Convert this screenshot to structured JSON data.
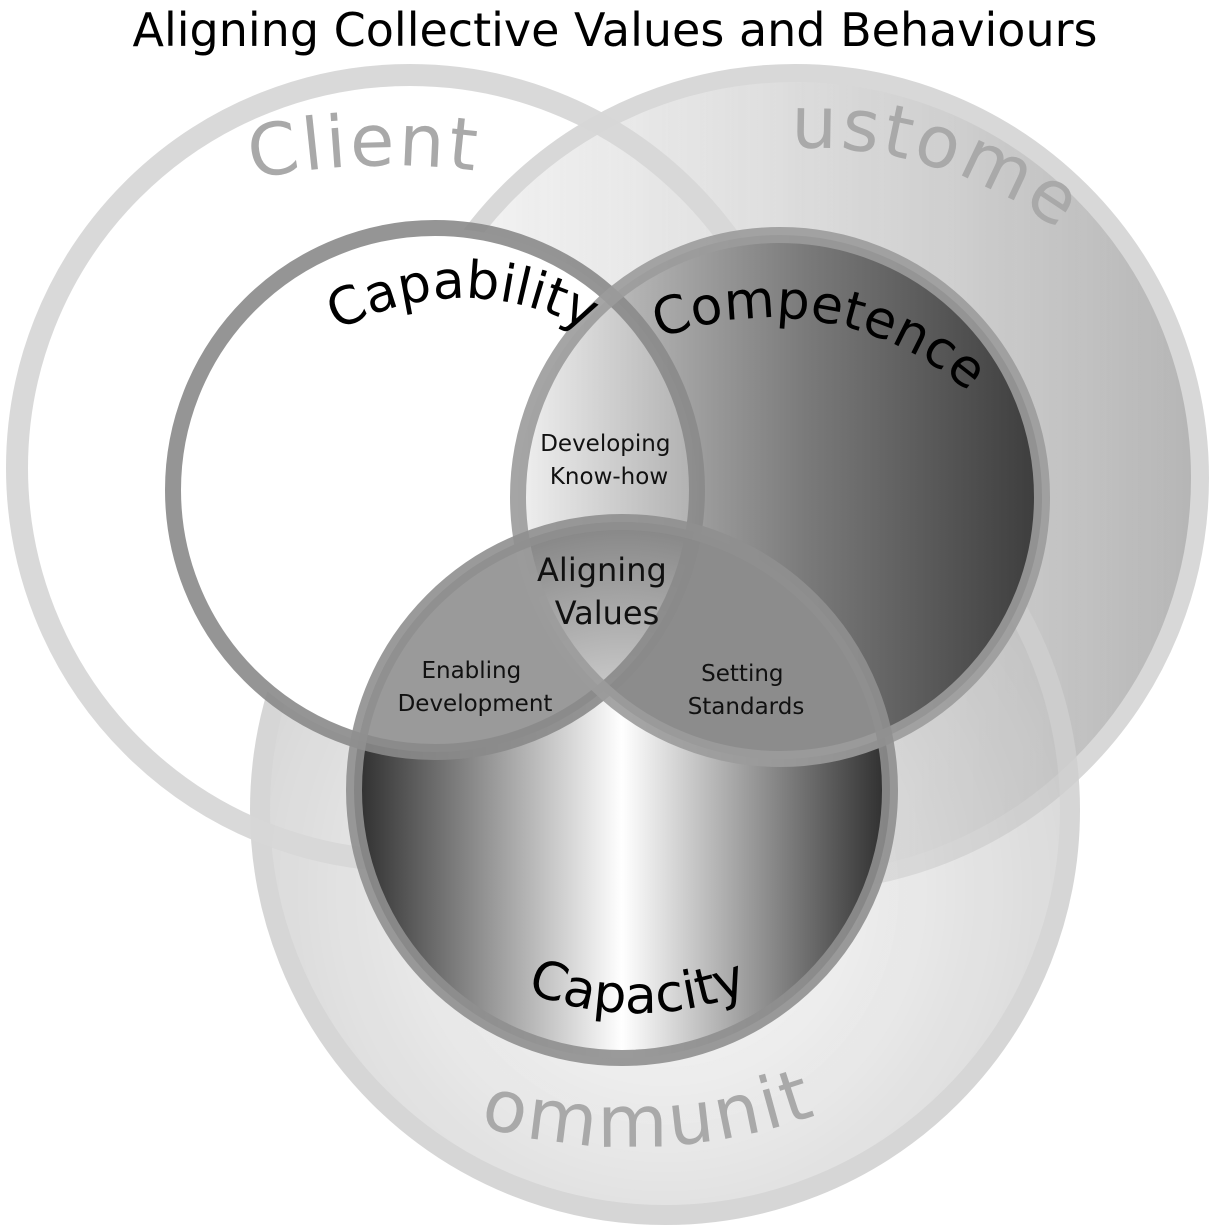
{
  "title": "Aligning Collective Values and Behaviours",
  "outer_circles": {
    "client": "Client",
    "customer": "Customer",
    "community": "Community"
  },
  "inner_circles": {
    "capability": "Capability",
    "competence": "Competence",
    "capacity": "Capacity"
  },
  "regions": {
    "capability_competence": [
      "Developing",
      "Know-how"
    ],
    "capability_capacity": [
      "Enabling",
      "Development"
    ],
    "competence_capacity": [
      "Setting",
      "Standards"
    ],
    "center": [
      "Aligning",
      "Values"
    ]
  }
}
